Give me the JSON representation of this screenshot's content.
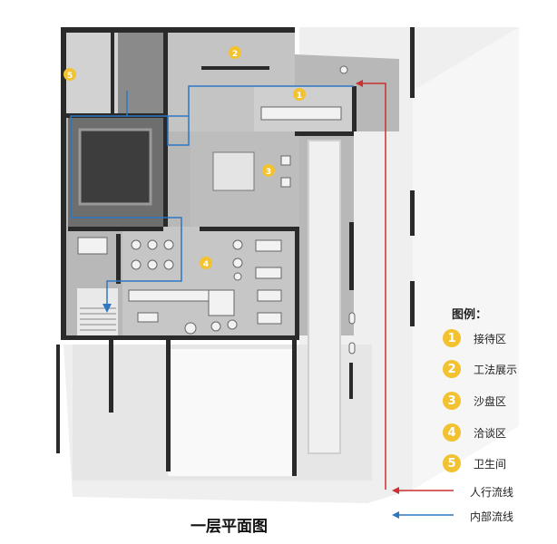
{
  "legend": {
    "title": "图例：",
    "items": [
      {
        "num": "1",
        "label": "接待区"
      },
      {
        "num": "2",
        "label": "工法展示"
      },
      {
        "num": "3",
        "label": "沙盘区"
      },
      {
        "num": "4",
        "label": "洽谈区"
      },
      {
        "num": "5",
        "label": "卫生间"
      }
    ],
    "flows": [
      {
        "label": "人行流线",
        "color": "#c8312f"
      },
      {
        "label": "内部流线",
        "color": "#2f77c3"
      }
    ]
  },
  "plan": {
    "caption": "一层平面图",
    "area_markers": [
      "1",
      "2",
      "3",
      "4",
      "5"
    ]
  },
  "colors": {
    "badge": "#f2c231",
    "wall": "#2a2a2a",
    "floor": "#bdbdbd"
  }
}
